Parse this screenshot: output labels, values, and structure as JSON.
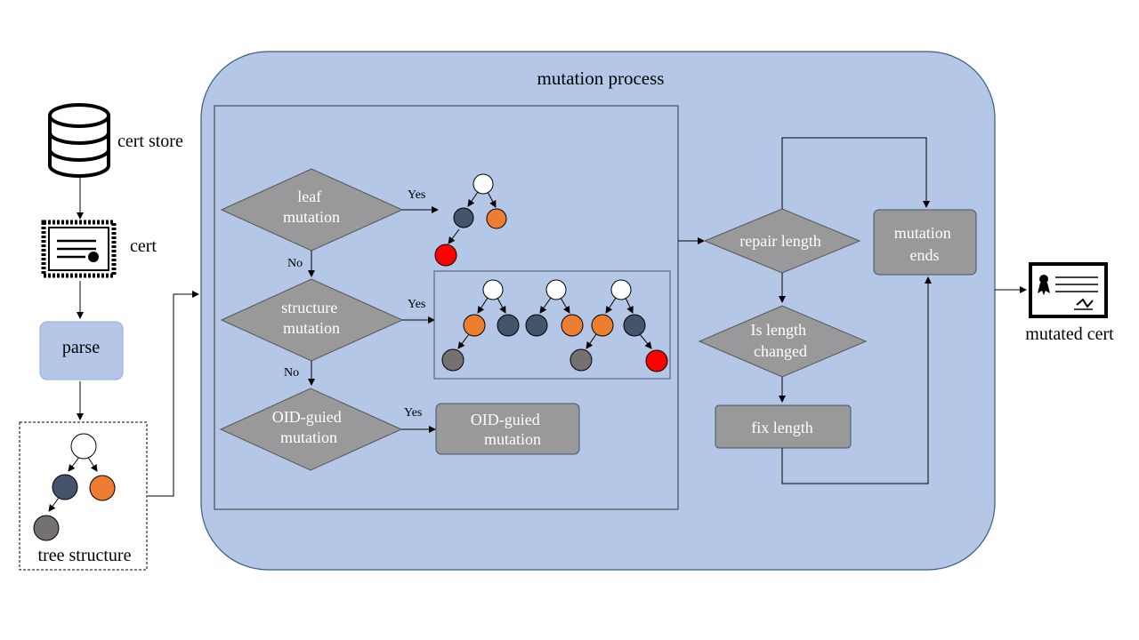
{
  "colors": {
    "panel": "#b4c7e7",
    "gray_shape": "#999999",
    "dark_node": "#44546a",
    "orange_node": "#ed7d31",
    "gray_node": "#767171",
    "red_node": "#ff0000",
    "parse_box": "#b4c7e7"
  },
  "left": {
    "cert_store_label": "cert store",
    "cert_label": "cert",
    "parse_label": "parse",
    "tree_label": "tree structure"
  },
  "panel": {
    "title": "mutation process"
  },
  "decisions": {
    "leaf": [
      "leaf",
      "mutation"
    ],
    "structure": [
      "structure",
      "mutation"
    ],
    "oid": [
      "OID-guied",
      "mutation"
    ],
    "repair": "repair length",
    "changed": [
      "Is length",
      "changed"
    ]
  },
  "branches": {
    "yes": "Yes",
    "no": "No"
  },
  "boxes": {
    "oid_result": [
      "OID-guied",
      "mutation"
    ],
    "fix_length": "fix length",
    "mutation_ends": [
      "mutation",
      "ends"
    ]
  },
  "output": {
    "label": "mutated cert"
  }
}
